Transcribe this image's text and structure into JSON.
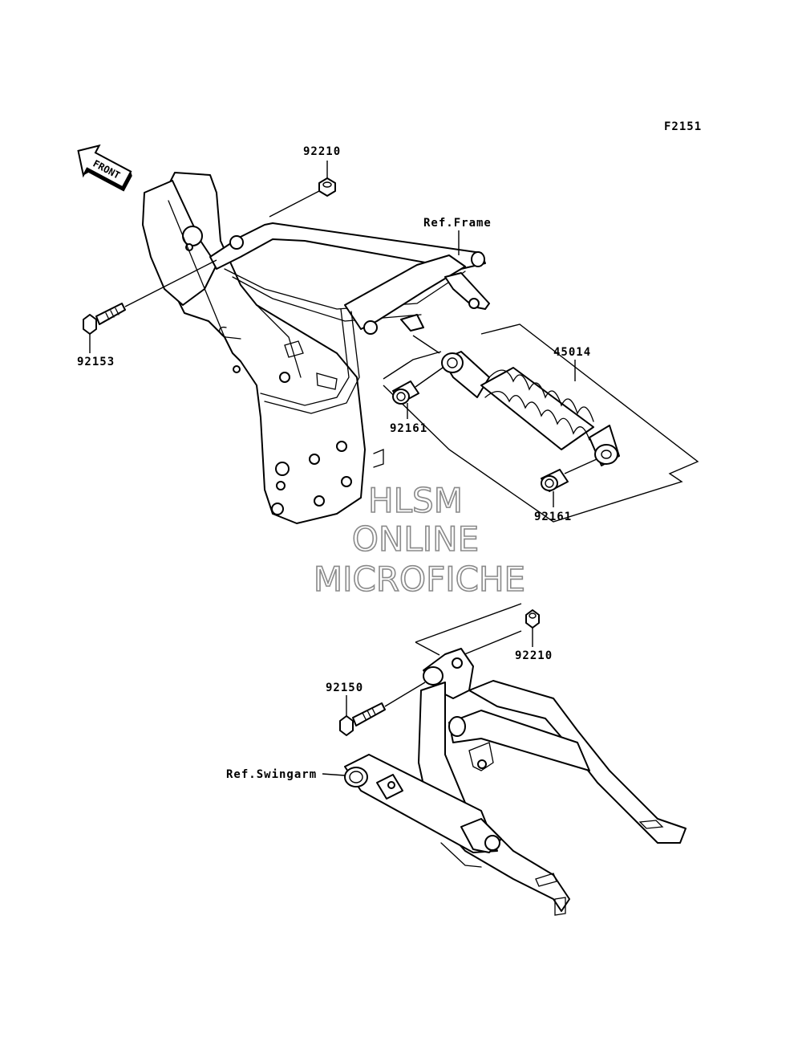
{
  "figure_code": "F2151",
  "front_arrow": {
    "text": "FRONT",
    "icon": "front-arrow-icon"
  },
  "labels": {
    "nut_top": "92210",
    "bolt_frame": "92153",
    "ref_frame": "Ref.Frame",
    "shock": "45014",
    "bushing_upper": "92161",
    "bushing_lower": "92161",
    "nut_lower": "92210",
    "bolt_swingarm": "92150",
    "ref_swingarm": "Ref.Swingarm"
  },
  "watermark": {
    "line1": "HLSM",
    "line2": "ONLINE",
    "line3": "MICROFICHE"
  }
}
